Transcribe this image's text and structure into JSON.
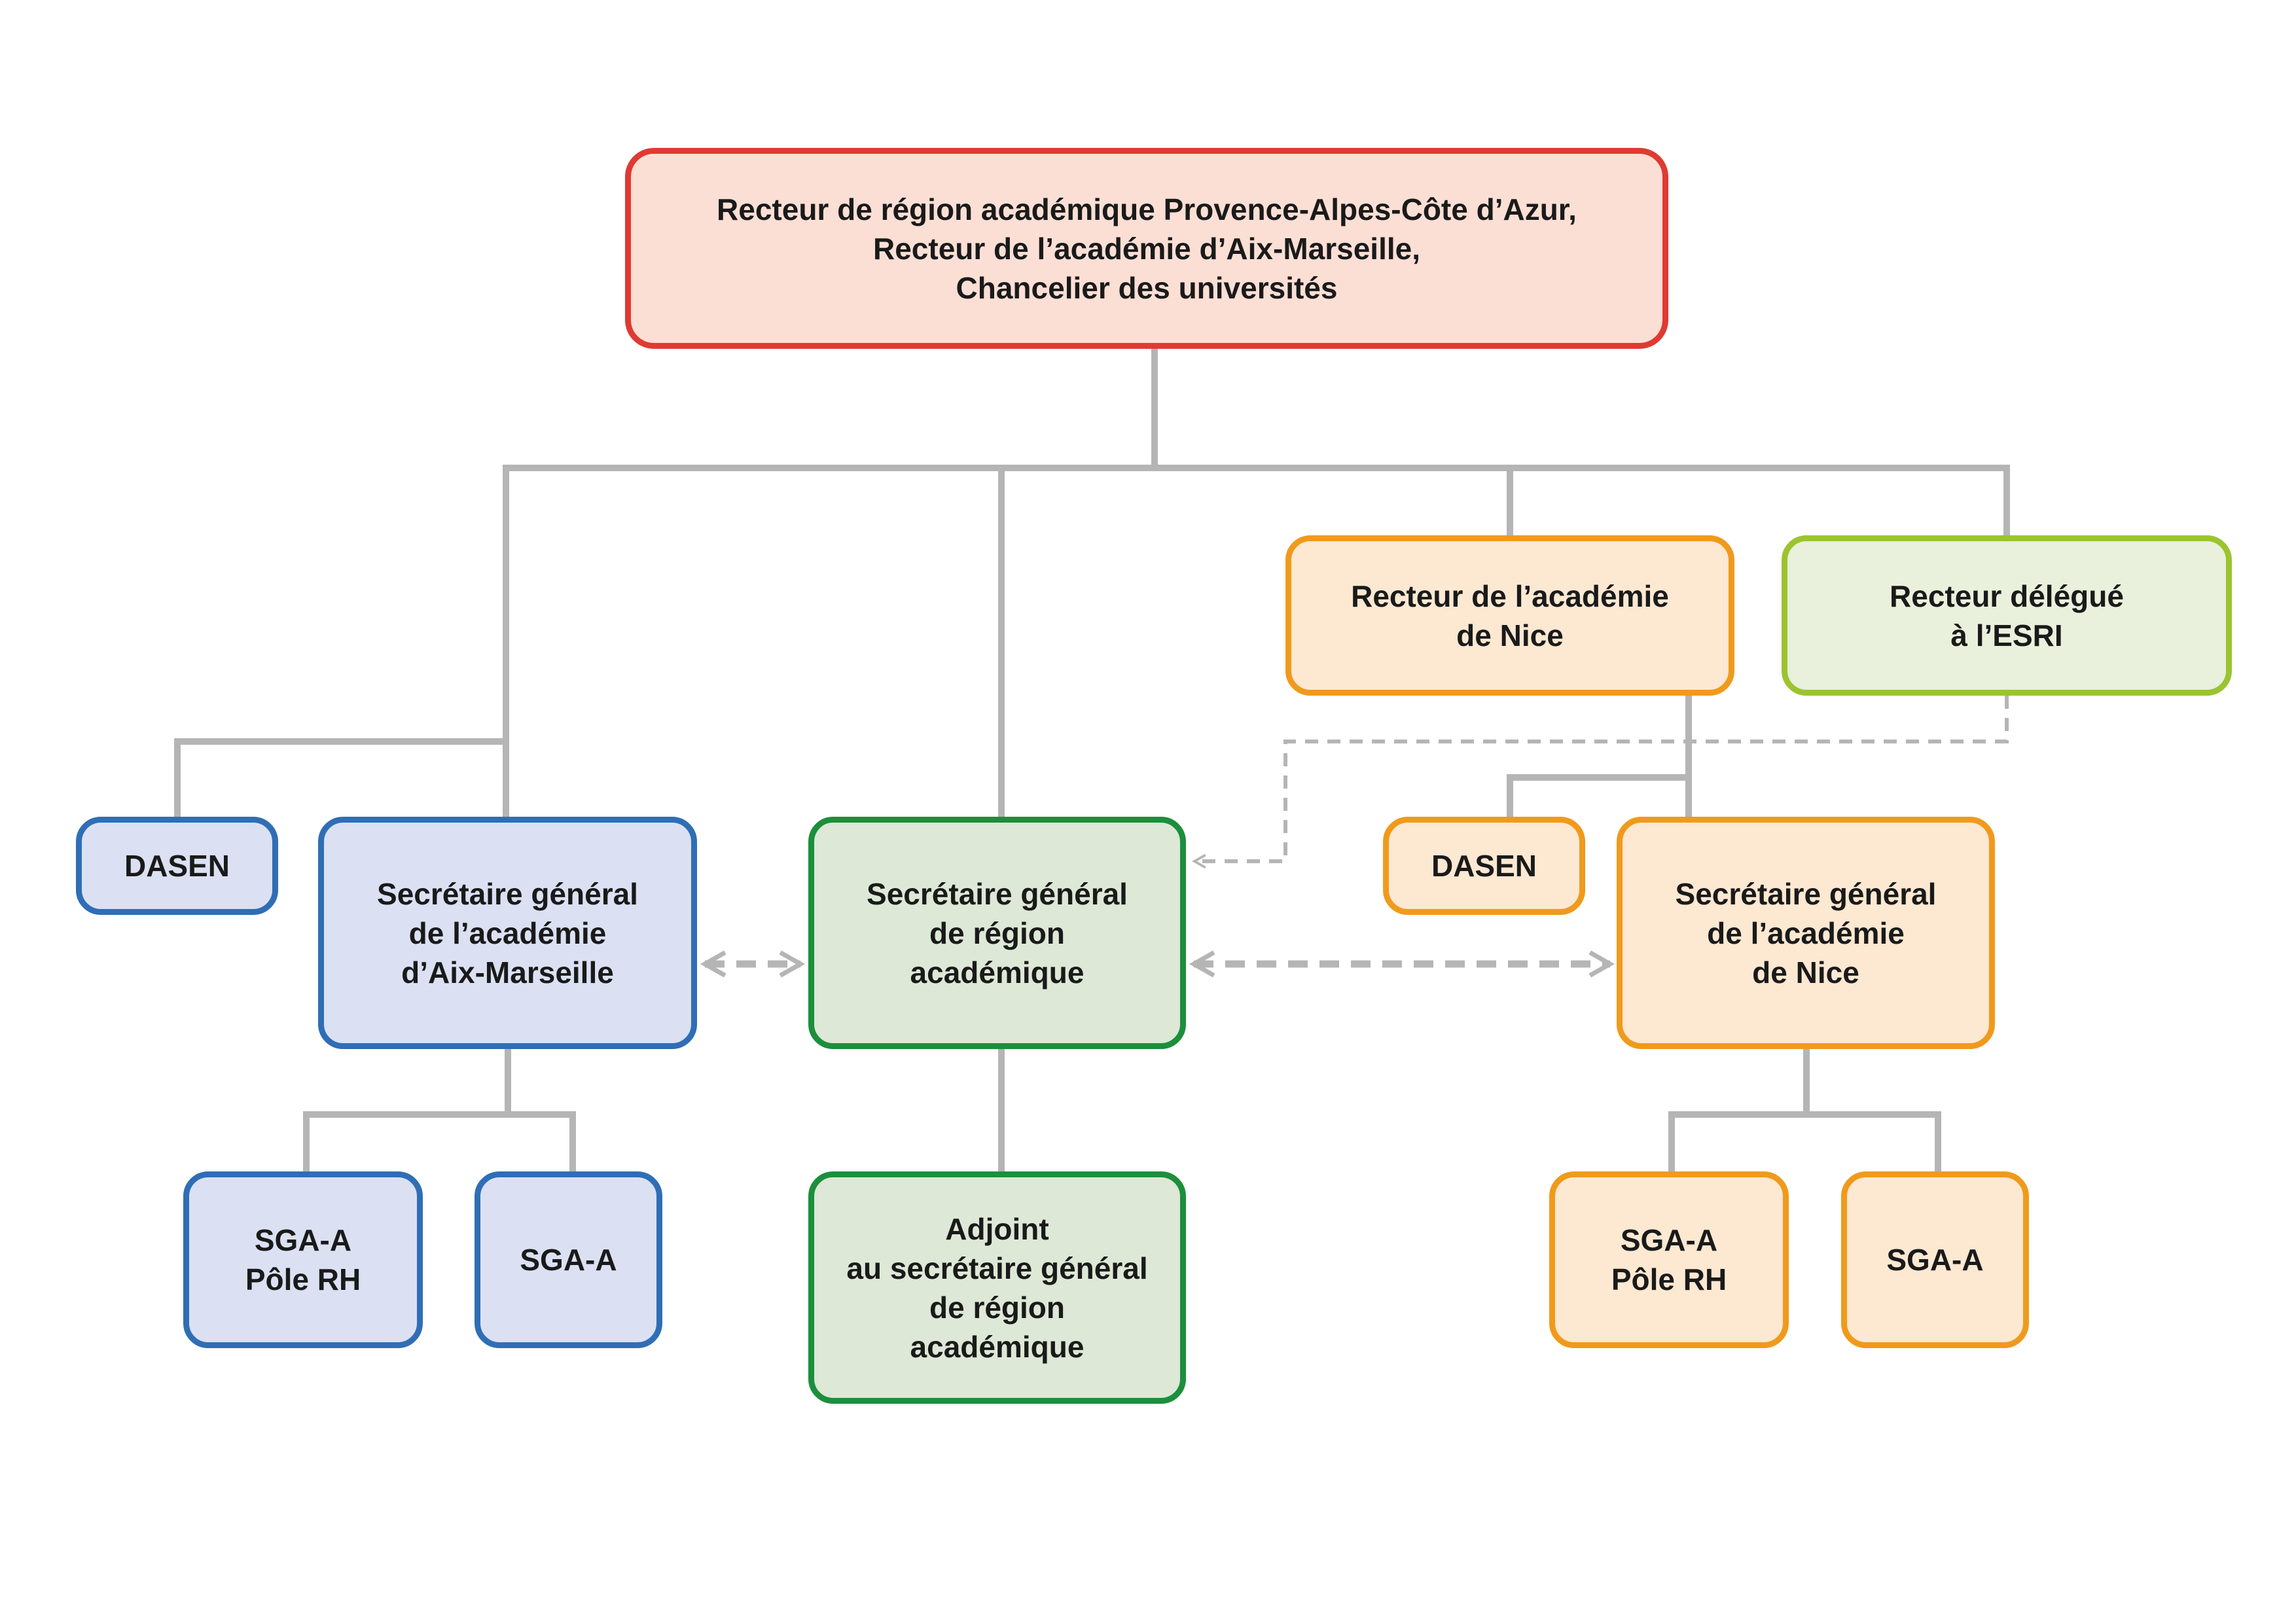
{
  "recteur_region": {
    "lines": [
      "Recteur de région académique Provence-Alpes-Côte d’Azur,",
      "Recteur de l’académie d’Aix-Marseille,",
      "Chancelier des universités"
    ]
  },
  "recteur_nice": {
    "lines": [
      "Recteur de l’académie",
      "de Nice"
    ]
  },
  "recteur_delegue": {
    "lines": [
      "Recteur délégué",
      "à l’ESRI"
    ]
  },
  "dasen_aix": {
    "label": "DASEN"
  },
  "sg_aix": {
    "lines": [
      "Secrétaire général",
      "de l’académie",
      "d’Aix-Marseille"
    ]
  },
  "sg_region": {
    "lines": [
      "Secrétaire général",
      "de région",
      "académique"
    ]
  },
  "dasen_nice": {
    "label": "DASEN"
  },
  "sg_nice": {
    "lines": [
      "Secrétaire général",
      "de l’académie",
      "de Nice"
    ]
  },
  "sga_aix_rh": {
    "lines": [
      "SGA-A",
      "Pôle RH"
    ]
  },
  "sga_aix": {
    "label": "SGA-A"
  },
  "adjoint": {
    "lines": [
      "Adjoint",
      "au secrétaire général",
      "de région",
      "académique"
    ]
  },
  "sga_nice_rh": {
    "lines": [
      "SGA-A",
      "Pôle RH"
    ]
  },
  "sga_nice": {
    "label": "SGA-A"
  },
  "colors": {
    "connector": "#b5b5b5",
    "red": "#e03a32",
    "blue": "#2f6eb5",
    "green": "#1b8f3c",
    "orange": "#f09a1c",
    "lime": "#9bc42f"
  }
}
